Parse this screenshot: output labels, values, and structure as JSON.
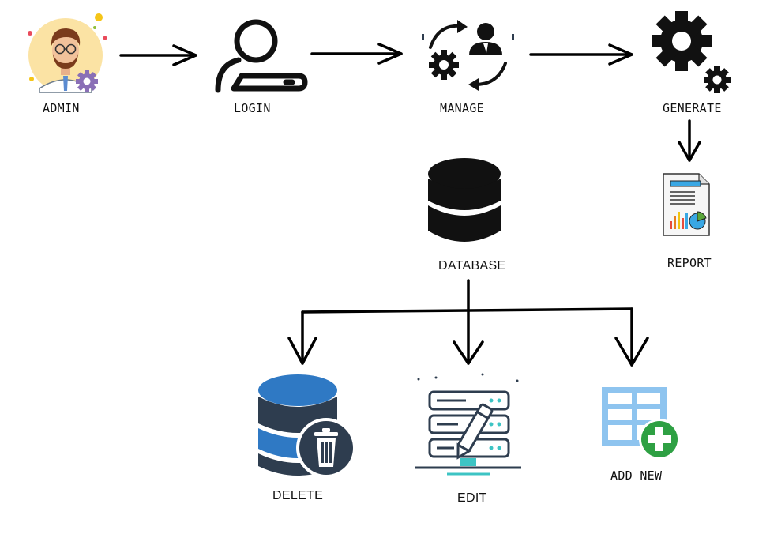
{
  "nodes": {
    "admin": "ADMIN",
    "login": "LOGIN",
    "manage": "MANAGE",
    "generate": "GENERATE",
    "report": "REPORT",
    "database": "DATABASE",
    "delete": "DELETE",
    "edit": "EDIT",
    "add_new": "ADD NEW"
  },
  "colors": {
    "line": "#000000",
    "admin_bg": "#fbe3a4",
    "db_blue": "#2f79c4",
    "db_dark": "#2e3d4f",
    "grid_blue": "#8ec4ef",
    "plus_green": "#2ea043",
    "report_blue": "#39a7e4"
  },
  "icons": [
    "admin-avatar-icon",
    "login-key-icon",
    "manage-user-gears-icon",
    "generate-gears-icon",
    "report-document-icon",
    "database-icon",
    "delete-database-icon",
    "edit-server-icon",
    "add-table-icon"
  ]
}
